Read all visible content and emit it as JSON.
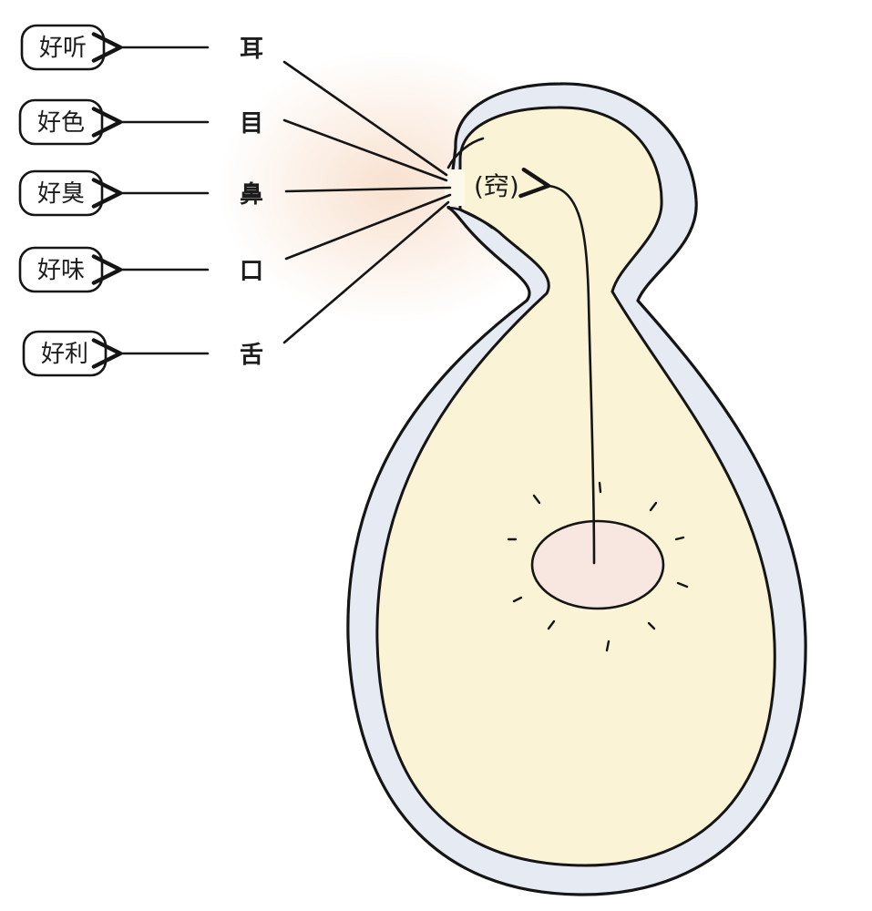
{
  "diagram": {
    "senses": [
      {
        "organ": "耳",
        "desire": "好听"
      },
      {
        "organ": "目",
        "desire": "好色"
      },
      {
        "organ": "鼻",
        "desire": "好臭"
      },
      {
        "organ": "口",
        "desire": "好味"
      },
      {
        "organ": "舌",
        "desire": "好利"
      }
    ],
    "opening_label": "(窍)",
    "colors": {
      "body_fill": "#faf3d6",
      "rim_fill": "#e6ebf3",
      "core_fill": "#f8e6e0",
      "glow": "#f3c9a8",
      "outline": "#151515"
    }
  }
}
